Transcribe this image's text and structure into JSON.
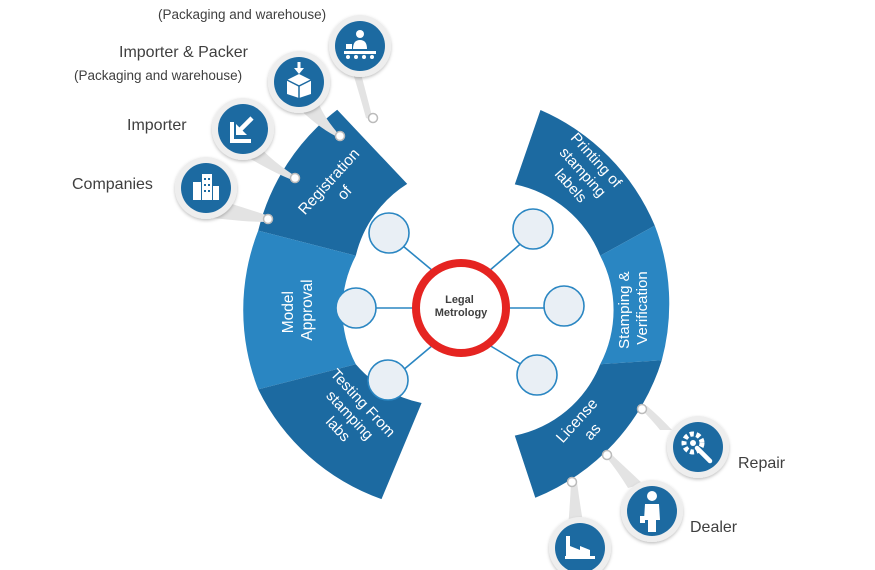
{
  "center": {
    "line1": "Legal",
    "line2": "Metrology"
  },
  "segments": {
    "registration": {
      "line1": "Registration",
      "line2": "of"
    },
    "model_approval": {
      "line1": "Model",
      "line2": "Approval"
    },
    "testing": {
      "line1": "Testing From",
      "line2": "stamping",
      "line3": "labs"
    },
    "printing": {
      "line1": "Printing of",
      "line2": "stamping",
      "line3": "labels"
    },
    "stamping": {
      "line1": "Stamping &",
      "line2": "Verification"
    },
    "license": {
      "line1": "License",
      "line2": "as"
    }
  },
  "registration_items": [
    {
      "label": "Companies",
      "sublabel": "",
      "icon": "buildings-icon"
    },
    {
      "label": "Importer",
      "sublabel": "",
      "icon": "import-arrow-icon"
    },
    {
      "label": "Importer & Packer",
      "sublabel": "(Packaging and warehouse)",
      "icon": "package-box-icon"
    },
    {
      "label": "",
      "sublabel": "(Packaging and warehouse)",
      "icon": "conveyor-worker-icon"
    }
  ],
  "license_items": [
    {
      "label": "Repair",
      "icon": "gear-wrench-icon"
    },
    {
      "label": "Dealer",
      "icon": "businessman-icon"
    },
    {
      "label": "",
      "icon": "factory-icon"
    }
  ],
  "colors": {
    "dark_blue": "#1c6aa1",
    "mid_blue": "#2a86c2",
    "ring_red": "#e52421",
    "node_fill": "#e9eff5",
    "connector": "#2a86c2",
    "pin_fill": "#e6e6e6",
    "text": "#3f3f3f"
  }
}
